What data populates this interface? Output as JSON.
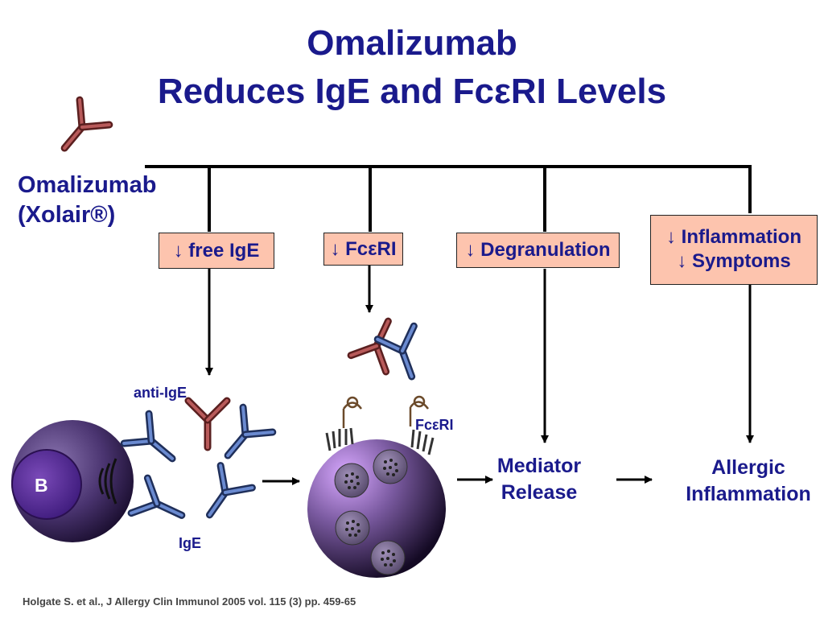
{
  "title": {
    "line1": "Omalizumab",
    "line2": "Reduces IgE and FcεRI Levels"
  },
  "drug": {
    "name": "Omalizumab",
    "brand": "(Xolair®)"
  },
  "effects": {
    "free_ige": "↓ free IgE",
    "fceri": "↓ FcεRI",
    "degranulation": "↓ Degranulation",
    "inflammation": "↓ Inflammation",
    "symptoms": "↓ Symptoms"
  },
  "labels": {
    "anti_ige": "anti-IgE",
    "ige": "IgE",
    "fceri_receptor": "FcεRI",
    "b_cell": "B"
  },
  "outcomes": {
    "mediator_line1": "Mediator",
    "mediator_line2": "Release",
    "allergic_line1": "Allergic",
    "allergic_line2": "Inflammation"
  },
  "citation": "Holgate S. et al., J Allergy Clin Immunol 2005 vol. 115 (3) pp. 459-65",
  "colors": {
    "title": "#1a1a8c",
    "box_fill": "#fdc4ae",
    "anti_ige_antibody": "#a04848",
    "ige_antibody": "#4468b0",
    "b_cell": "#4a3470",
    "mast_cell": "#8a6ab8"
  }
}
